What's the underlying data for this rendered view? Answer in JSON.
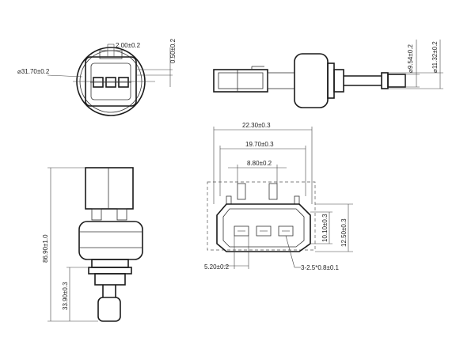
{
  "diagram": {
    "labels": {
      "top_front_width": "2.00±0.2",
      "top_front_height": "0.50±0.2",
      "top_front_dia": "⌀31.70±0.2",
      "top_side_dia_small": "⌀9.54±0.2",
      "top_side_dia_large": "⌀11.32±0.2",
      "front_width_overall": "22.30±0.3",
      "front_width_mid": "19.70±0.3",
      "front_width_pins": "8.80±0.2",
      "front_height_inner": "10.10±0.3",
      "front_height_outer": "12.50±0.3",
      "front_pin_offset": "5.20±0.2",
      "front_pins": "3-2.5*0.8±0.1",
      "side_height_total": "86.90±1.0",
      "side_height_lower": "33.90±0.3"
    }
  }
}
